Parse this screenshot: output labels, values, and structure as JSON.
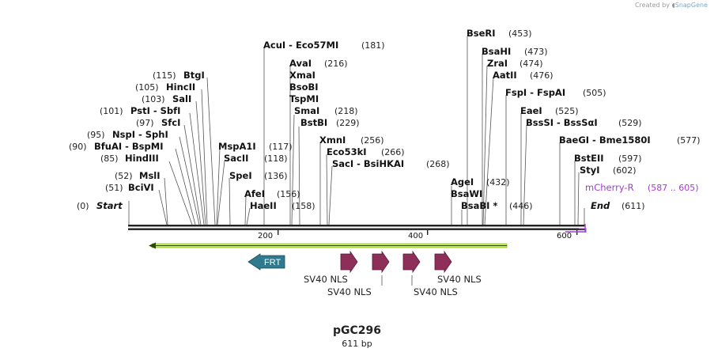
{
  "credit": {
    "prefix": "Created by",
    "brand": "SnapGene"
  },
  "plasmid": {
    "name": "pGC296",
    "length": "611 bp"
  },
  "axis": {
    "ticks": [
      "200",
      "400",
      "600"
    ]
  },
  "sites": [
    {
      "name": "Start",
      "pos": "(0)",
      "italic": true
    },
    {
      "name": "BciVI",
      "pos": "(51)"
    },
    {
      "name": "MslI",
      "pos": "(52)"
    },
    {
      "name": "HindIII",
      "pos": "(85)"
    },
    {
      "name": "BfuAI - BspMI",
      "pos": "(90)"
    },
    {
      "name": "NspI - SphI",
      "pos": "(95)"
    },
    {
      "name": "SfcI",
      "pos": "(97)"
    },
    {
      "name": "PstI - SbfI",
      "pos": "(101)"
    },
    {
      "name": "SalI",
      "pos": "(103)"
    },
    {
      "name": "HincII",
      "pos": "(105)"
    },
    {
      "name": "BtgI",
      "pos": "(115)"
    },
    {
      "name": "MspA1I",
      "pos": "(117)"
    },
    {
      "name": "SacII",
      "pos": "(118)"
    },
    {
      "name": "SpeI",
      "pos": "(136)"
    },
    {
      "name": "AfeI",
      "pos": "(156)"
    },
    {
      "name": "HaeII",
      "pos": "(158)"
    },
    {
      "name": "AcuI - Eco57MI",
      "pos": "(181)"
    },
    {
      "name": "AvaI",
      "pos": "(216)"
    },
    {
      "name": "XmaI",
      "pos": ""
    },
    {
      "name": "BsoBI",
      "pos": ""
    },
    {
      "name": "TspMI",
      "pos": ""
    },
    {
      "name": "SmaI",
      "pos": "(218)"
    },
    {
      "name": "BstBI",
      "pos": "(229)"
    },
    {
      "name": "XmnI",
      "pos": "(256)"
    },
    {
      "name": "Eco53kI",
      "pos": "(266)"
    },
    {
      "name": "SacI - BsiHKAI",
      "pos": "(268)"
    },
    {
      "name": "AgeI",
      "pos": "(432)"
    },
    {
      "name": "BsaWI",
      "pos": ""
    },
    {
      "name": "BsaBI *",
      "pos": "(446)"
    },
    {
      "name": "BseRI",
      "pos": "(453)"
    },
    {
      "name": "BsaHI",
      "pos": "(473)"
    },
    {
      "name": "ZraI",
      "pos": "(474)"
    },
    {
      "name": "AatII",
      "pos": "(476)"
    },
    {
      "name": "FspI - FspAI",
      "pos": "(505)"
    },
    {
      "name": "EaeI",
      "pos": "(525)"
    },
    {
      "name": "BssSI - BssSαI",
      "pos": "(529)"
    },
    {
      "name": "BaeGI - Bme1580I",
      "pos": "(577)"
    },
    {
      "name": "BstEII",
      "pos": "(597)"
    },
    {
      "name": "StyI",
      "pos": "(602)"
    },
    {
      "name": "End",
      "pos": "(611)",
      "italic": true
    }
  ],
  "primer": {
    "name": "mCherry-R",
    "range": "(587 .. 605)"
  },
  "features": {
    "frt": "FRT",
    "nls": [
      "SV40 NLS",
      "SV40 NLS",
      "SV40 NLS",
      "SV40 NLS"
    ]
  },
  "colors": {
    "primer": "#a43bd1",
    "frt": "#2f7a8e",
    "nls": "#8e2f5a",
    "orf": "#c8f04a"
  }
}
